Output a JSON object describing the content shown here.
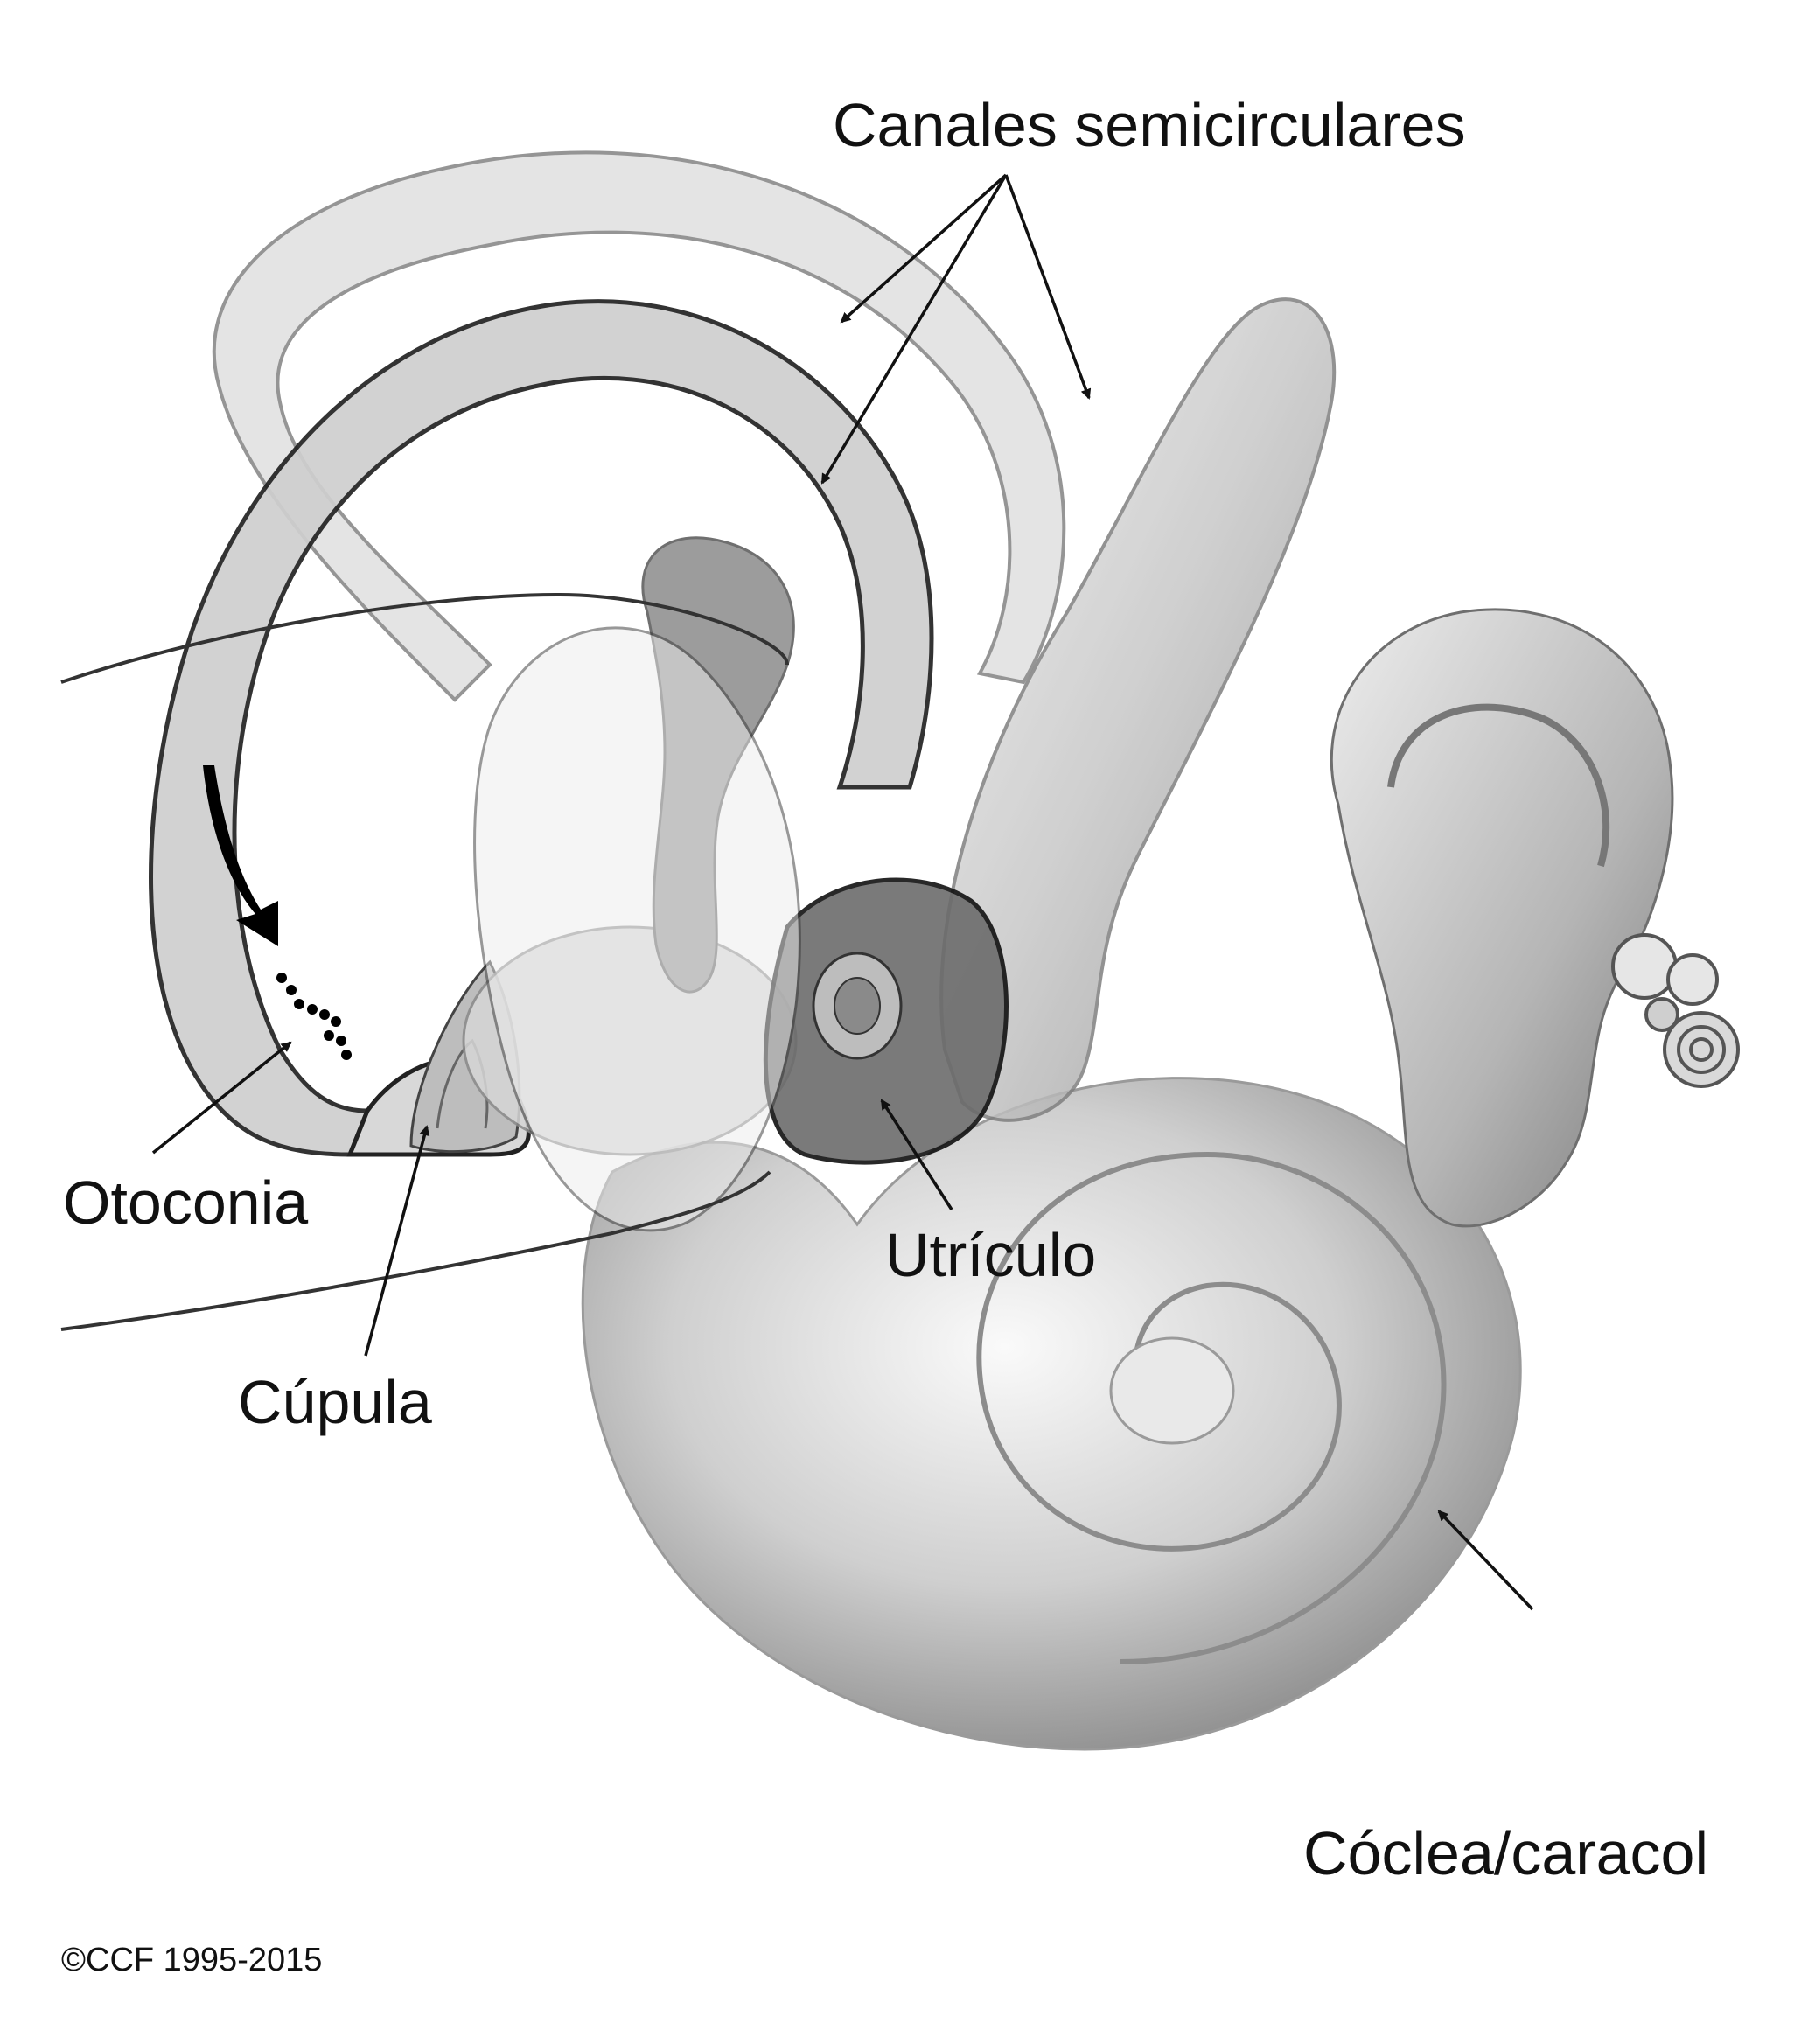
{
  "labels": {
    "canales": "Canales semicirculares",
    "otoconia": "Otoconia",
    "cupula": "Cúpula",
    "utriculo": "Utrículo",
    "coclea": "Cóclea/caracol"
  },
  "copyright": "©CCF 1995-2015",
  "colors": {
    "background": "#ffffff",
    "ink": "#111111",
    "structure_light": "#e6e6e6",
    "structure_mid": "#a8a8a8",
    "structure_dark": "#555555",
    "otoconia": "#000000"
  },
  "icons": {
    "ear": "ear-icon",
    "inner_ear_mini": "inner-ear-mini-icon",
    "flow_arrow": "flow-direction-arrow-icon"
  }
}
